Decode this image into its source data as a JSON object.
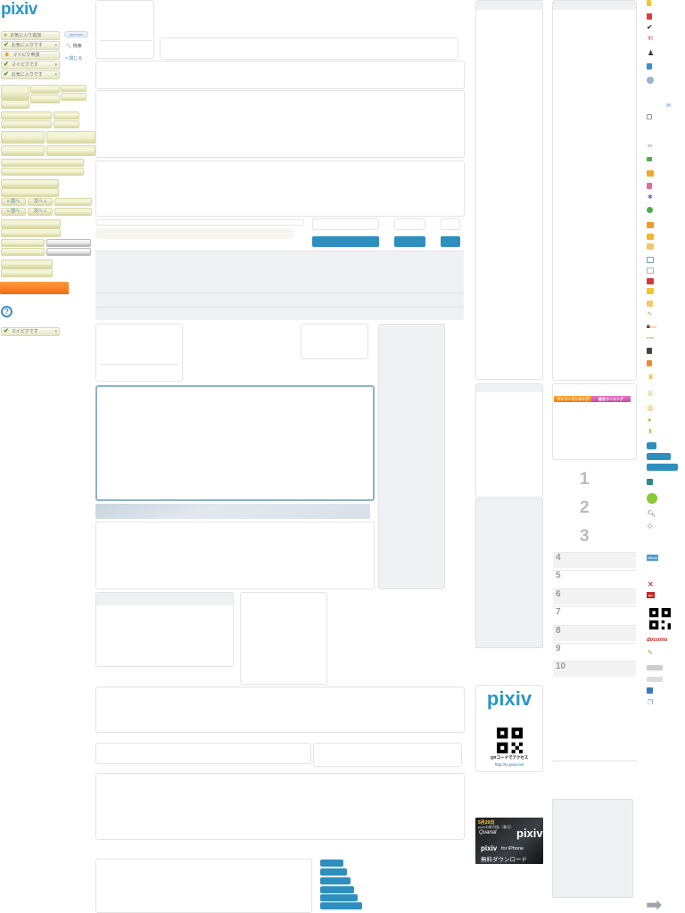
{
  "brand": {
    "logo_text": "pixiv"
  },
  "sidebar": {
    "add_favorite": "お気に入り追加",
    "favorite_status": "お気に入りです",
    "mypixiv_request": "マイピク申請",
    "mypixiv_status": "マイピクです",
    "favorite_status_2": "お気に入りです",
    "premium_badge": "premium",
    "search_label": "検索",
    "close_label": "× 閉じる",
    "nav_prev": "« 前へ",
    "nav_next": "次へ »",
    "nav_prev_2": "« 前へ",
    "nav_next_2": "次へ »",
    "help_glyph": "?",
    "mypixiv_status_2": "マイピクです"
  },
  "ranking": {
    "daily_tab": "デイリーランキング",
    "overall_tab": "総合ランキング",
    "ranks": [
      "1",
      "2",
      "3",
      "4",
      "5",
      "6",
      "7",
      "8",
      "9",
      "10"
    ]
  },
  "promo": {
    "logo_text": "pixiv",
    "qr_caption": "QRコードでアクセス",
    "mobile_url": "http://m.pixiv.net",
    "iphone_date": "5月29日",
    "iphone_line": "pixivの新刊誌（春号）",
    "iphone_mag": "Quanat",
    "iphone_app": "pixiv",
    "iphone_for": "for iPhone",
    "iphone_download": "無料ダウンロード"
  },
  "rail": {
    "au_label": "au",
    "docomo_label": "docomo",
    "official_label": "official",
    "new_label": "new"
  },
  "colors": {
    "accent": "#2e8fbf",
    "orange": "#f57a1f",
    "brand": "#2a96c9"
  }
}
